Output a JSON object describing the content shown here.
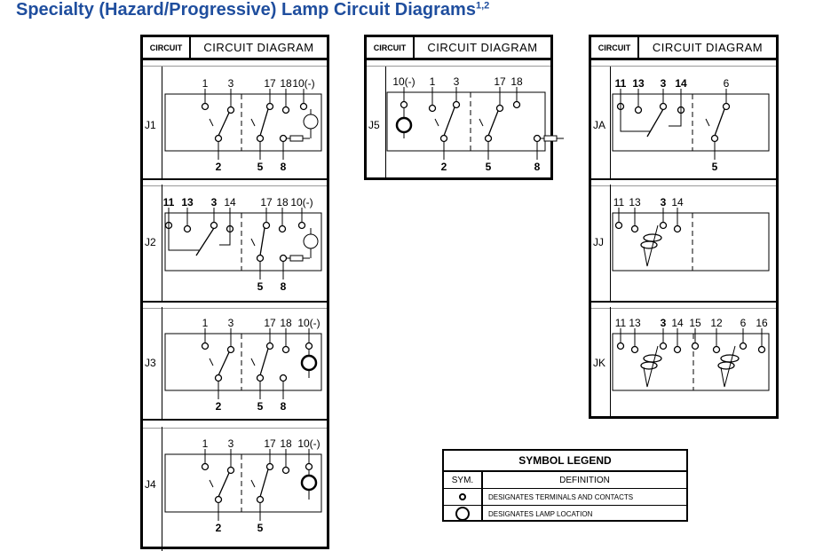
{
  "title": {
    "text": "Specialty (Hazard/Progressive) Lamp Circuit Diagrams",
    "superscript": "1,2"
  },
  "table_header": {
    "circuit": "CIRCUIT",
    "diagram": "CIRCUIT  DIAGRAM"
  },
  "circuits": {
    "J1": {
      "label": "J1",
      "top": [
        "1",
        "3",
        "17",
        "18",
        "10(-)"
      ],
      "bottom": [
        "2",
        "5",
        "8"
      ]
    },
    "J2": {
      "label": "J2",
      "top": [
        "11",
        "13",
        "3",
        "14",
        "17",
        "18",
        "10(-)"
      ],
      "bottom": [
        "5",
        "8"
      ]
    },
    "J3": {
      "label": "J3",
      "top": [
        "1",
        "3",
        "17",
        "18",
        "10(-)"
      ],
      "bottom": [
        "2",
        "5",
        "8"
      ]
    },
    "J4": {
      "label": "J4",
      "top": [
        "1",
        "3",
        "17",
        "18",
        "10(-)"
      ],
      "bottom": [
        "2",
        "5"
      ]
    },
    "J5": {
      "label": "J5",
      "top": [
        "10(-)",
        "1",
        "3",
        "17",
        "18"
      ],
      "bottom": [
        "2",
        "5",
        "8"
      ]
    },
    "JA": {
      "label": "JA",
      "top": [
        "11",
        "13",
        "3",
        "14",
        "6"
      ],
      "bottom": [
        "5"
      ]
    },
    "JJ": {
      "label": "JJ",
      "top": [
        "11",
        "13",
        "3",
        "14"
      ],
      "bottom": []
    },
    "JK": {
      "label": "JK",
      "top": [
        "11",
        "13",
        "3",
        "14",
        "15",
        "12",
        "6",
        "16"
      ],
      "bottom": []
    }
  },
  "legend": {
    "title": "SYMBOL LEGEND",
    "col_sym": "SYM.",
    "col_def": "DEFINITION",
    "rows": [
      {
        "symbol": "small-circle",
        "definition": "DESIGNATES TERMINALS AND CONTACTS"
      },
      {
        "symbol": "large-circle",
        "definition": "DESIGNATES LAMP LOCATION"
      }
    ]
  }
}
